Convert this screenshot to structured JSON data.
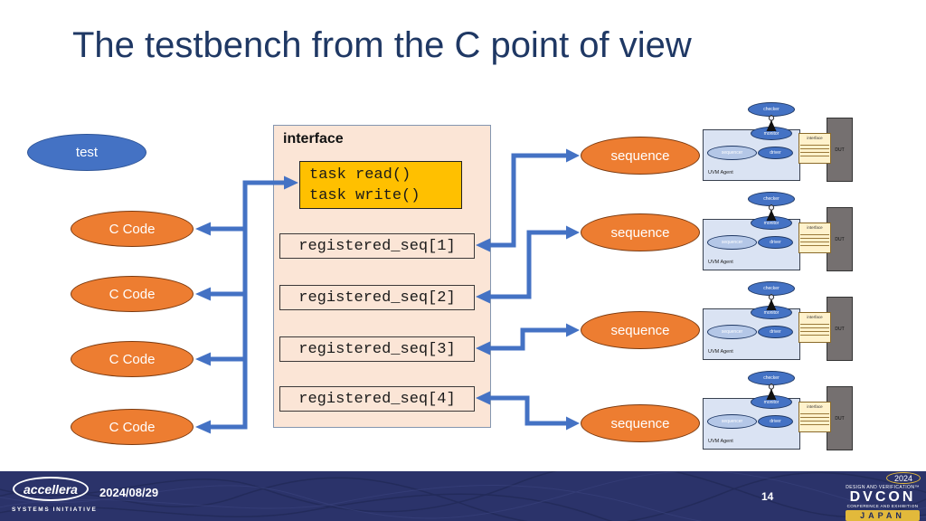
{
  "slide": {
    "title": "The testbench from the C point of view",
    "page_number": "14",
    "date": "2024/08/29"
  },
  "footer": {
    "accellera": {
      "name": "accellera",
      "tagline": "SYSTEMS INITIATIVE"
    },
    "dvcon": {
      "year": "2024",
      "tagline": "DESIGN AND VERIFICATION™",
      "name": "DVCON",
      "subtitle": "CONFERENCE AND EXHIBITION",
      "location": "JAPAN"
    }
  },
  "diagram": {
    "test": {
      "label": "test"
    },
    "c_code": [
      "C Code",
      "C Code",
      "C Code",
      "C Code"
    ],
    "interface_panel": {
      "label": "interface",
      "task_box": [
        "task read()",
        "task write()"
      ],
      "registered_seq": [
        "registered_seq[1]",
        "registered_seq[2]",
        "registered_seq[3]",
        "registered_seq[4]"
      ]
    },
    "sequences": [
      "sequence",
      "sequence",
      "sequence",
      "sequence"
    ],
    "uvm_agent": {
      "checker": "checker",
      "monitor": "monitor",
      "sequencer": "sequencer",
      "driver": "driver",
      "label": "UVM Agent",
      "interface": "interface",
      "dut": "DUT"
    },
    "colors": {
      "arrow_blue": "#4472C4",
      "orange": "#ED7D31",
      "panel_fill": "#FBE5D6",
      "task_fill": "#FFC000",
      "footer_navy": "#2B336A",
      "title_navy": "#1F3864"
    }
  }
}
